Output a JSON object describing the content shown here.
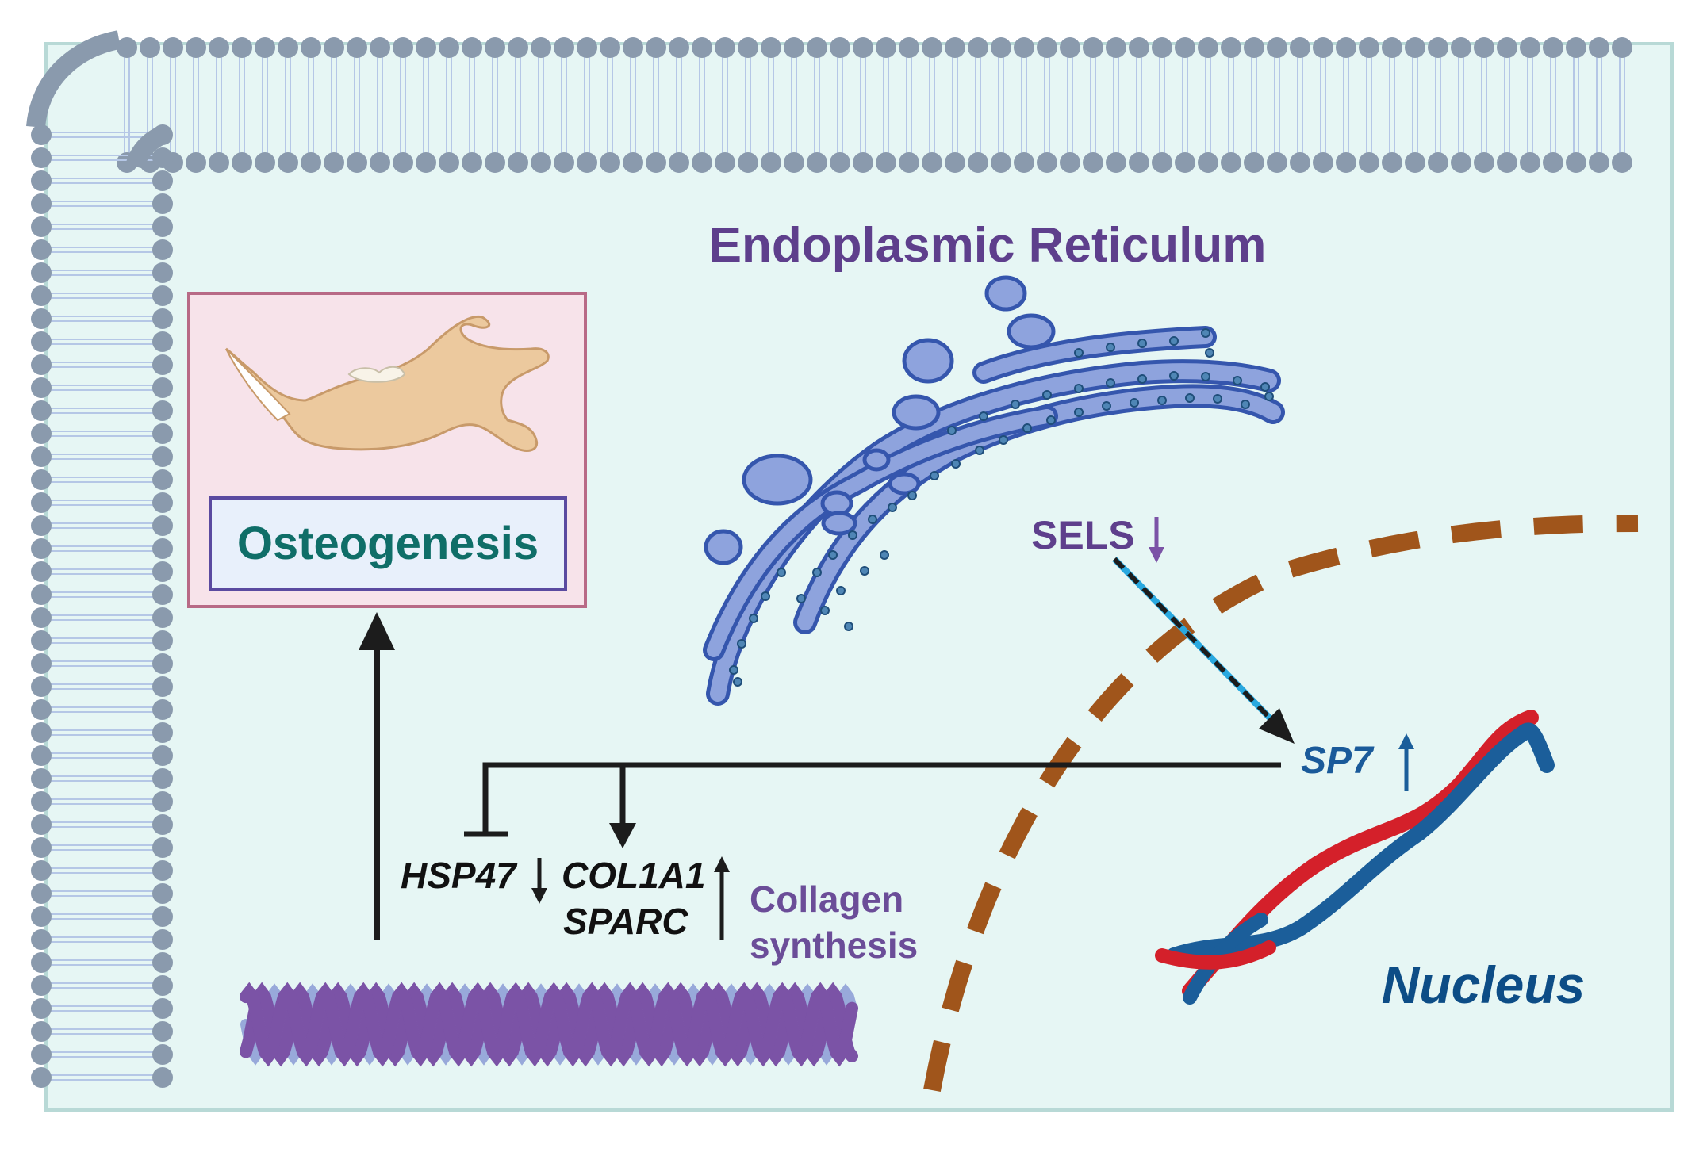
{
  "labels": {
    "er_title": "Endoplasmic Reticulum",
    "osteogenesis": "Osteogenesis",
    "sels": "SELS",
    "sp7": "SP7",
    "nucleus": "Nucleus",
    "hsp47": "HSP47",
    "col1a1": "COL1A1",
    "sparc": "SPARC",
    "collagen_line1": "Collagen",
    "collagen_line2": "synthesis"
  },
  "regulation": {
    "SELS": "down",
    "SP7": "up",
    "HSP47": "down",
    "COL1A1": "up",
    "SPARC": "up"
  },
  "colors": {
    "cytoplasm": "#e6f6f4",
    "membrane": "#8a9aad",
    "er": "#8ea3dd",
    "er_outline": "#3556ad",
    "nuclear_envelope": "#a0551b",
    "dna_blue": "#1b5e9a",
    "dna_red": "#d4202a",
    "collagen_purple": "#7b53a6",
    "collagen_light": "#98a9da",
    "bone": "#ecc99e",
    "osteo_box": "#f7e3ea",
    "osteo_border": "#b86a86"
  }
}
